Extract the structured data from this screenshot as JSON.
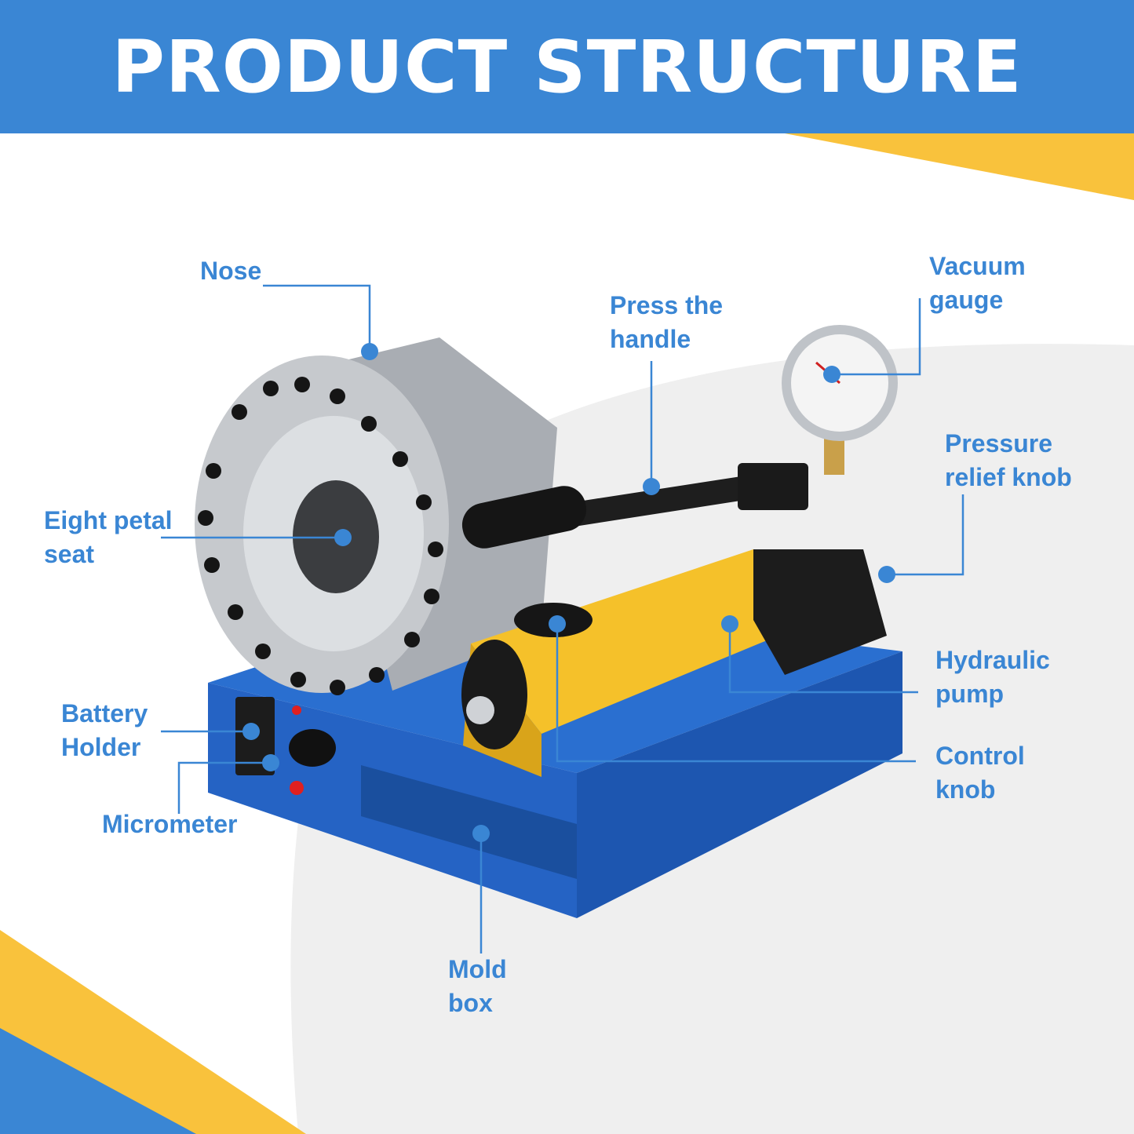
{
  "header": {
    "title": "PRODUCT STRUCTURE"
  },
  "colors": {
    "header_bg": "#3a86d4",
    "accent_yellow": "#f9c23c",
    "label_blue": "#3a86d4",
    "machine_blue": "#1f5fc0",
    "pump_yellow": "#f5c12a"
  },
  "labels": {
    "nose": {
      "line1": "Nose"
    },
    "vacuum_gauge": {
      "line1": "Vacuum",
      "line2": "gauge"
    },
    "press_handle": {
      "line1": "Press the",
      "line2": "handle"
    },
    "pressure_knob": {
      "line1": "Pressure",
      "line2": "relief knob"
    },
    "eight_petal": {
      "line1": "Eight petal",
      "line2": "seat"
    },
    "hydraulic_pump": {
      "line1": "Hydraulic",
      "line2": "pump"
    },
    "battery_holder": {
      "line1": "Battery",
      "line2": "Holder"
    },
    "control_knob": {
      "line1": "Control",
      "line2": "knob"
    },
    "micrometer": {
      "line1": "Micrometer"
    },
    "mold_box": {
      "line1": "Mold",
      "line2": "box"
    }
  }
}
